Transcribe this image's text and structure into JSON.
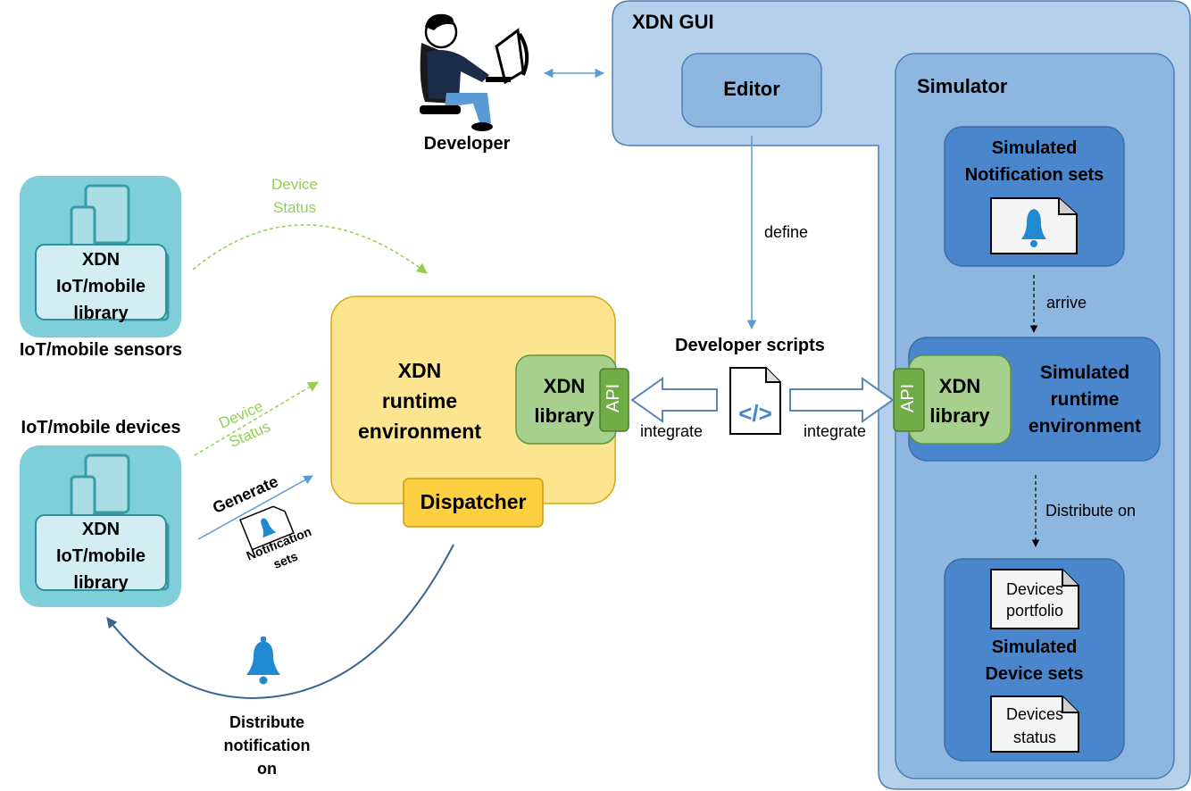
{
  "developer": {
    "label": "Developer"
  },
  "gui": {
    "title": "XDN GUI",
    "editor_label": "Editor"
  },
  "simulator": {
    "title": "Simulator",
    "notif_sets": {
      "line1": "Simulated",
      "line2": "Notification sets"
    },
    "arrive_label": "arrive",
    "runtime": {
      "lib_line1": "XDN",
      "lib_line2": "library",
      "api": "API",
      "line1": "Simulated",
      "line2": "runtime",
      "line3": "environment"
    },
    "distribute_label": "Distribute on",
    "device_sets": {
      "line1": "Simulated",
      "line2": "Device sets",
      "portfolio_1": "Devices",
      "portfolio_2": "portfolio",
      "status_1": "Devices",
      "status_2": "status"
    }
  },
  "define_label": "define",
  "scripts": {
    "title": "Developer scripts",
    "integrate_left": "integrate",
    "integrate_right": "integrate"
  },
  "runtime": {
    "line1": "XDN",
    "line2": "runtime",
    "line3": "environment",
    "lib_line1": "XDN",
    "lib_line2": "library",
    "api": "API",
    "dispatcher": "Dispatcher"
  },
  "sensors": {
    "lib_line1": "XDN",
    "lib_line2": "IoT/mobile",
    "lib_line3": "library",
    "caption": "IoT/mobile sensors"
  },
  "devices": {
    "lib_line1": "XDN",
    "lib_line2": "IoT/mobile",
    "lib_line3": "library",
    "caption": "IoT/mobile devices"
  },
  "status_top": {
    "line1": "Device",
    "line2": "Status"
  },
  "status_mid": {
    "line1": "Device",
    "line2": "Status"
  },
  "generate": {
    "label": "Generate",
    "sets_1": "Notification",
    "sets_2": "sets"
  },
  "distribute_notif": {
    "line1": "Distribute",
    "line2": "notification",
    "line3": "on"
  },
  "colors": {
    "gui": "#b4d0ea",
    "simulator": "#8db7e0",
    "sim_block": "#4a86cc",
    "runtime": "#fde48f",
    "dispatcher": "#fcd040",
    "library": "#a8d08d",
    "api": "#70ad47",
    "device_tile": "#7ecfda",
    "status_green": "#92d050"
  }
}
